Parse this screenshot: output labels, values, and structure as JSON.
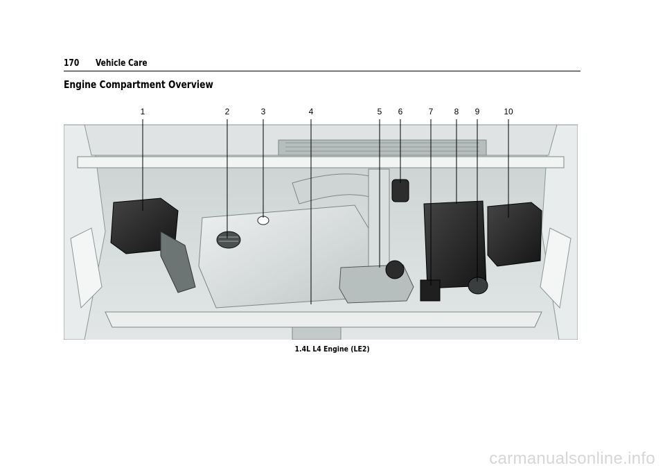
{
  "header": {
    "page_number": "170",
    "section": "Vehicle Care"
  },
  "title": "Engine Compartment Overview",
  "figure": {
    "callouts": [
      "1",
      "2",
      "3",
      "4",
      "5",
      "6",
      "7",
      "8",
      "9",
      "10"
    ],
    "caption": "1.4L L4 Engine (LE2)"
  },
  "watermark": "carmanualsonline.info"
}
